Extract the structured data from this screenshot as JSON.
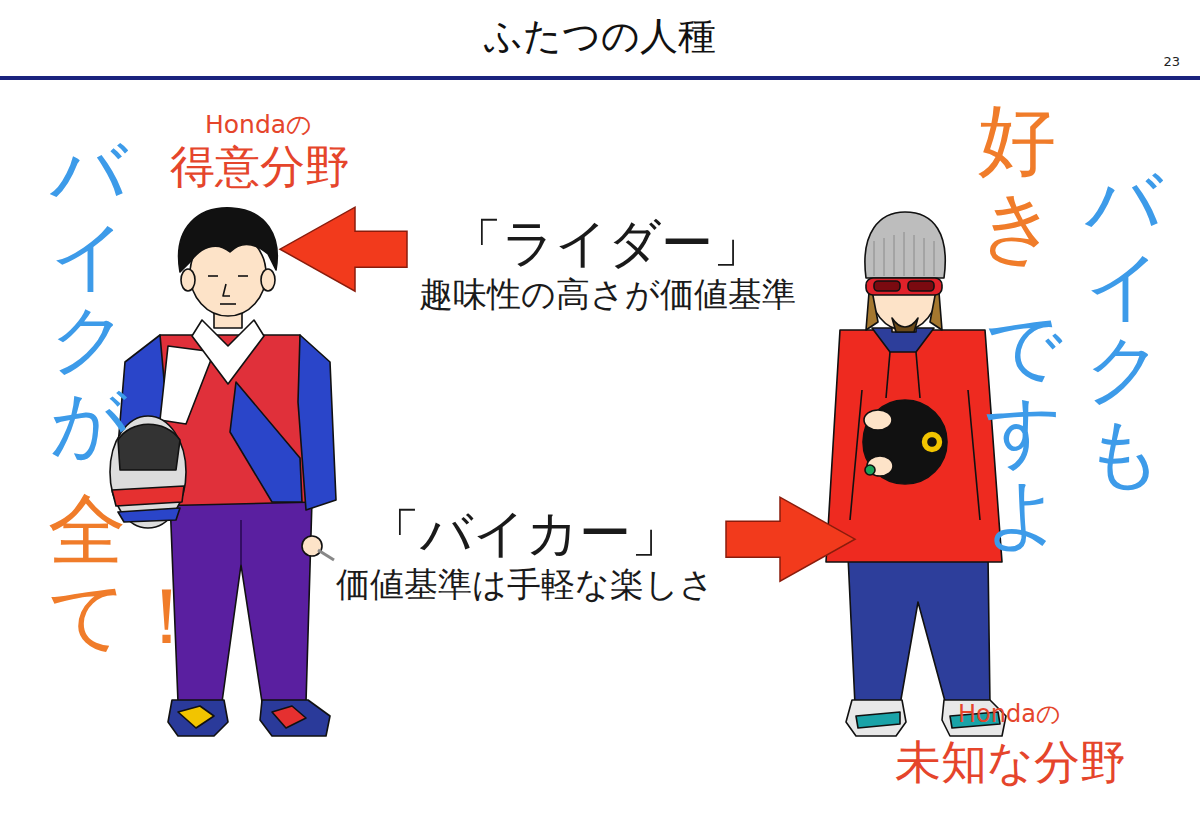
{
  "diagram": {
    "title": "ふたつの人種",
    "nodes": [
      {
        "text": [
          "Hondaの",
          "得意分野",
          "バイクが",
          "全て！"
        ]
      },
      {
        "text": [
          "「ライダー」",
          "趣味性の高さが価値基準"
        ]
      },
      {
        "text": [
          "「バイカー」",
          "価値基準は手軽な楽しさ"
        ]
      },
      {
        "text": [
          "バイクも",
          "好き",
          "ですよ",
          "Hondaの",
          "未知な分野"
        ]
      }
    ],
    "edges": [
      {
        "from": 1,
        "to": 0,
        "arrow": "to"
      },
      {
        "from": 2,
        "to": 3,
        "arrow": "to"
      }
    ],
    "labels": [
      "23"
    ]
  }
}
